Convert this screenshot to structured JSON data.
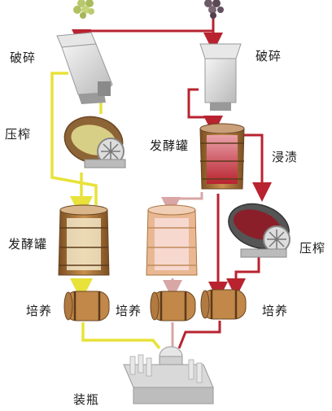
{
  "labels": {
    "white_crush": "破碎",
    "red_crush": "破碎",
    "white_press": "压榨",
    "red_ferment_tank": "发酵罐",
    "maceration": "浸渍",
    "white_ferment_tank": "发酵罐",
    "red_press": "压榨",
    "aging_left": "培养",
    "aging_middle": "培养",
    "aging_right": "培养",
    "bottling": "装瓶"
  },
  "colors": {
    "white_wine_flow": "#e8e23a",
    "red_wine_flow": "#b8232f",
    "rose_flow": "#d9a6a6",
    "barrel_wood": "#a8743e"
  }
}
